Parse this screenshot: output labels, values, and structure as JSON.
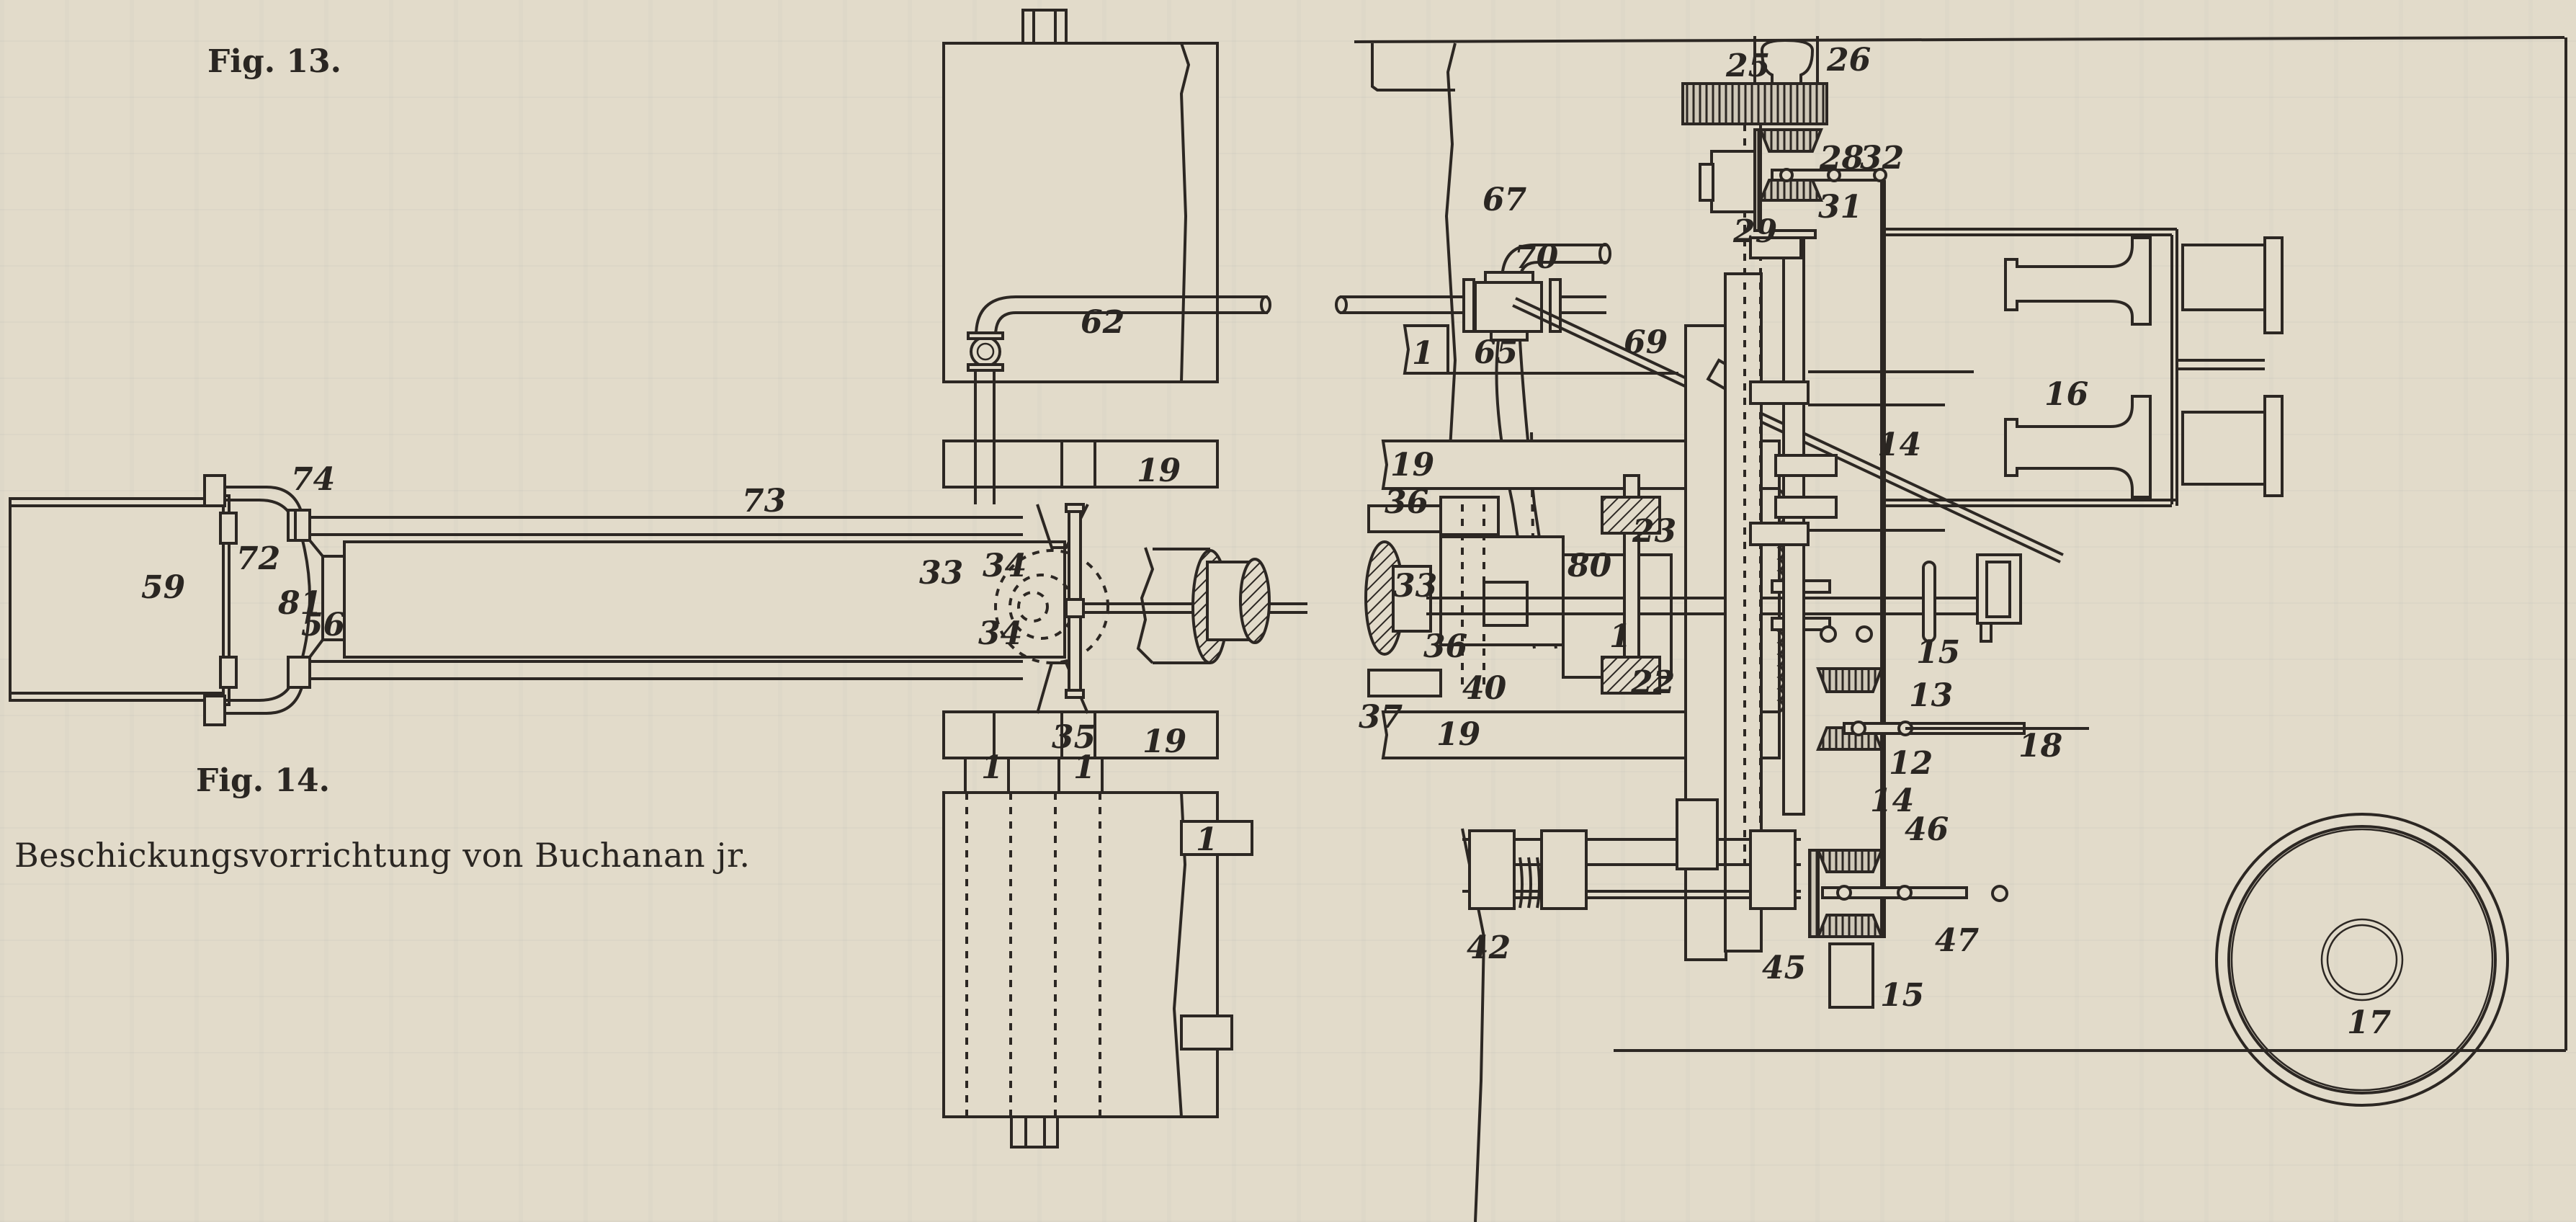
{
  "figures": {
    "fig13_label": "Fig. 13.",
    "fig14_label": "Fig. 14.",
    "caption": "Beschickungsvorrichtung von Buchanan jr."
  },
  "part_labels": {
    "hopper": "59",
    "plate": "72",
    "bracket_top": "74",
    "rod": "73",
    "spring": "81",
    "connector": "56",
    "pipe_left": "62",
    "cylinder_left": "33",
    "gear_upper": "34",
    "gear_lower": "34",
    "lever": "35",
    "frame_top": "19",
    "frame_bottom": "19",
    "column_a": "1",
    "column_b": "1",
    "column_c": "1",
    "pipe_top": "67",
    "valve": "70",
    "pipe_down": "65",
    "link": "69",
    "frame_right": "1",
    "frame_right_19": "19",
    "bracket_36a": "36",
    "bracket_36b": "36",
    "cylinder_right": "33",
    "pin": "40",
    "foot": "37",
    "frame_right_19b": "19",
    "shaft": "80",
    "column_mid": "1",
    "rack_upper": "23",
    "rack_lower": "22",
    "spur_gear_a": "25",
    "spur_gear_b": "26",
    "bevel_upper": "29",
    "arm_a": "28",
    "arm_b": "32",
    "bevel_mid": "31",
    "spindle": "14",
    "spool": "16",
    "hand_wheel": "15",
    "bevel_13": "13",
    "bevel_12": "12",
    "spindle_lower": "14",
    "rod_18": "18",
    "bevel_46": "46",
    "bevel_45": "45",
    "foot_15": "15",
    "link_47": "47",
    "worm": "42",
    "disk": "17"
  }
}
